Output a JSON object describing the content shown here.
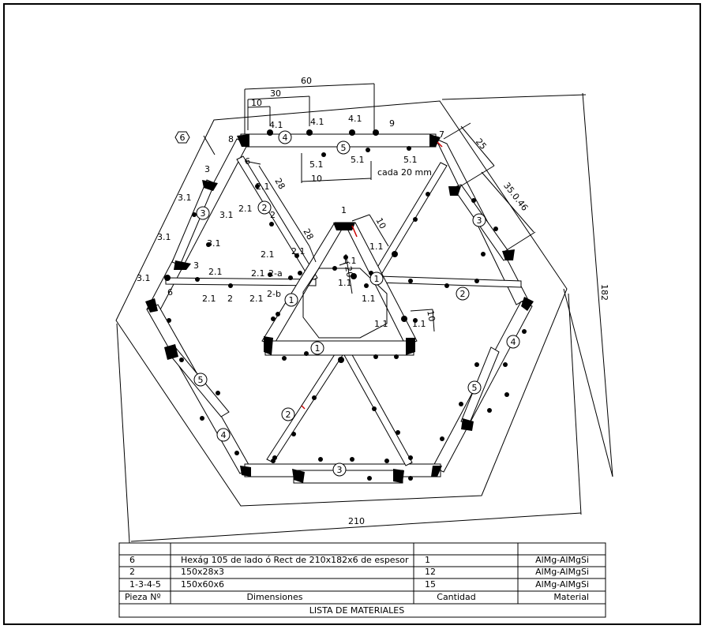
{
  "part_circles": [
    {
      "id": "c1a",
      "text": "1"
    },
    {
      "id": "c1b",
      "text": "1"
    },
    {
      "id": "c1c",
      "text": "1"
    },
    {
      "id": "c2a",
      "text": "2"
    },
    {
      "id": "c2b",
      "text": "2"
    },
    {
      "id": "c2c",
      "text": "2"
    },
    {
      "id": "c3a",
      "text": "3"
    },
    {
      "id": "c3b",
      "text": "3"
    },
    {
      "id": "c3c",
      "text": "3"
    },
    {
      "id": "c4a",
      "text": "4"
    },
    {
      "id": "c4b",
      "text": "4"
    },
    {
      "id": "c4c",
      "text": "4"
    },
    {
      "id": "c5a",
      "text": "5"
    },
    {
      "id": "c5b",
      "text": "5"
    },
    {
      "id": "c5c",
      "text": "5"
    }
  ],
  "part_hexagon": {
    "text": "6"
  },
  "labels": {
    "l8": "8",
    "l9": "9",
    "l7": "7",
    "l6a": "6",
    "l6b": "6",
    "l1": "1",
    "l3a": "3",
    "l3b": "3",
    "l41a": "4.1",
    "l41b": "4.1",
    "l41c": "4.1",
    "l51a": "5.1",
    "l51b": "5.1",
    "l51c": "5.1",
    "l31a": "3.1",
    "l31b": "3.1",
    "l31c": "3.1",
    "l31d": "3.1",
    "l31e": "3.1",
    "l21a": "2.1",
    "l21b": "2.1",
    "l21c": "2.1",
    "l21d": "2.1",
    "l21e": "2.1",
    "l21f": "2.1",
    "l21g": "2.1",
    "l21h": "2.1",
    "l2a": "2",
    "l2b": "2",
    "l2an": "2-a",
    "l2bn": "2-b",
    "l11a": "1.1",
    "l11b": "1.1",
    "l11c": "1.1",
    "l11d": "1.1",
    "l11e": "1.1",
    "l11f": "1.1"
  },
  "dimensions": {
    "d60": "60",
    "d30": "30",
    "d10a": "10",
    "d25": "25",
    "d35": "35.0.46",
    "d28a": "28",
    "d28b": "28",
    "d10b": "10",
    "d20": "20",
    "d10c": "10",
    "d10d": "10",
    "cada": "cada 20 mm",
    "d182": "182",
    "d210": "210"
  },
  "materials_table": {
    "title": "LISTA DE MATERIALES",
    "headers": [
      "Pieza Nº",
      "Dimensiones",
      "Cantidad",
      "Material"
    ],
    "rows": [
      [
        "6",
        "Hexág 105 de lado ó Rect de 210x182x6 de espesor",
        "1",
        "AlMg-AlMgSi"
      ],
      [
        "2",
        "150x28x3",
        "12",
        "AlMg-AlMgSi"
      ],
      [
        "1-3-4-5",
        "150x60x6",
        "15",
        "AlMg-AlMgSi"
      ]
    ]
  }
}
